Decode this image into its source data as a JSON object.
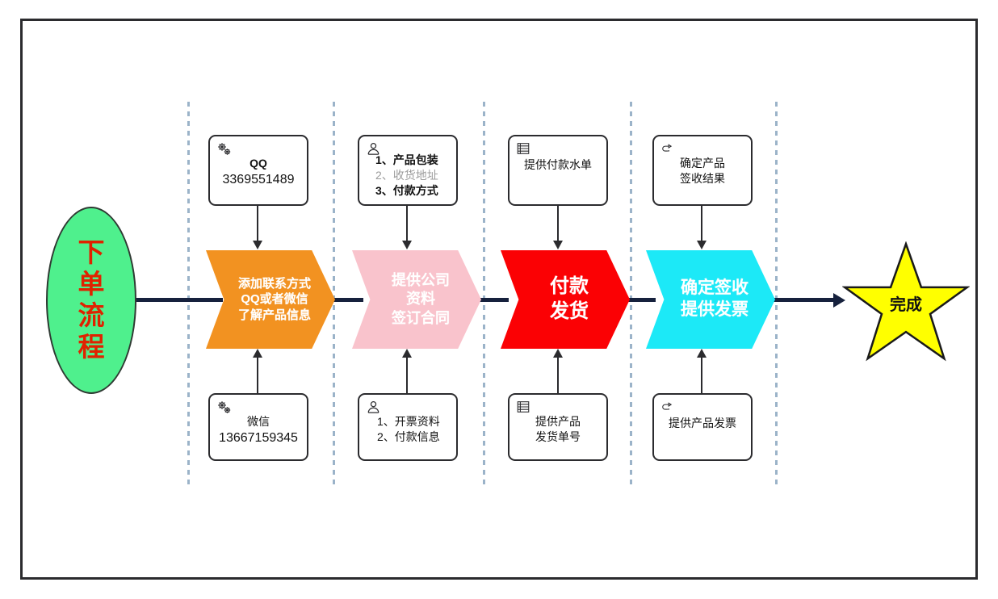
{
  "diagram": {
    "title": "下单流程",
    "start": {
      "label": "下单流程",
      "chars": [
        "下",
        "单",
        "流",
        "程"
      ],
      "fill": "#4ff08d",
      "text_color": "#e02200"
    },
    "finish": {
      "label": "完成",
      "fill": "#ffff00",
      "text_color": "#111111"
    },
    "colors": {
      "frame_border": "#2b2b2e",
      "spine": "#16213d",
      "separator": "#9bb3c9",
      "step1": "#f29221",
      "step2": "#f9c3cc",
      "step3": "#fb0104",
      "step4": "#1ce9f7"
    },
    "steps": [
      {
        "id": "step-1",
        "fill": "#f29221",
        "lines": [
          "添加联系方式",
          "QQ或者微信",
          "了解产品信息"
        ],
        "top_note": {
          "icon": "gears-icon",
          "lines": [
            {
              "text": "QQ",
              "style": "bold"
            },
            {
              "text": "3369551489",
              "style": "number"
            }
          ]
        },
        "bottom_note": {
          "icon": "gears-icon",
          "lines": [
            {
              "text": "微信",
              "style": "normal"
            },
            {
              "text": "13667159345",
              "style": "number"
            }
          ]
        }
      },
      {
        "id": "step-2",
        "fill": "#f9c3cc",
        "lines": [
          "提供公司",
          "资料",
          "签订合同"
        ],
        "top_note": {
          "icon": "person-icon",
          "align": "left",
          "lines": [
            {
              "text": "1、产品包装",
              "style": "bold"
            },
            {
              "text": "2、收货地址",
              "style": "dim"
            },
            {
              "text": "3、付款方式",
              "style": "bold"
            }
          ]
        },
        "bottom_note": {
          "icon": "person-icon",
          "align": "left",
          "lines": [
            {
              "text": "1、开票资料",
              "style": "normal"
            },
            {
              "text": "2、付款信息",
              "style": "normal"
            }
          ]
        }
      },
      {
        "id": "step-3",
        "fill": "#fb0104",
        "lines": [
          "付款",
          "发货"
        ],
        "top_note": {
          "icon": "document-list-icon",
          "lines": [
            {
              "text": "提供付款水单",
              "style": "normal"
            }
          ]
        },
        "bottom_note": {
          "icon": "document-list-icon",
          "lines": [
            {
              "text": "提供产品",
              "style": "normal"
            },
            {
              "text": "发货单号",
              "style": "normal"
            }
          ]
        }
      },
      {
        "id": "step-4",
        "fill": "#1ce9f7",
        "lines": [
          "确定签收",
          "提供发票"
        ],
        "top_note": {
          "icon": "pointing-hand-icon",
          "lines": [
            {
              "text": "确定产品",
              "style": "normal"
            },
            {
              "text": "签收结果",
              "style": "normal"
            }
          ]
        },
        "bottom_note": {
          "icon": "pointing-hand-icon",
          "lines": [
            {
              "text": "提供产品发票",
              "style": "normal"
            }
          ]
        }
      }
    ]
  }
}
